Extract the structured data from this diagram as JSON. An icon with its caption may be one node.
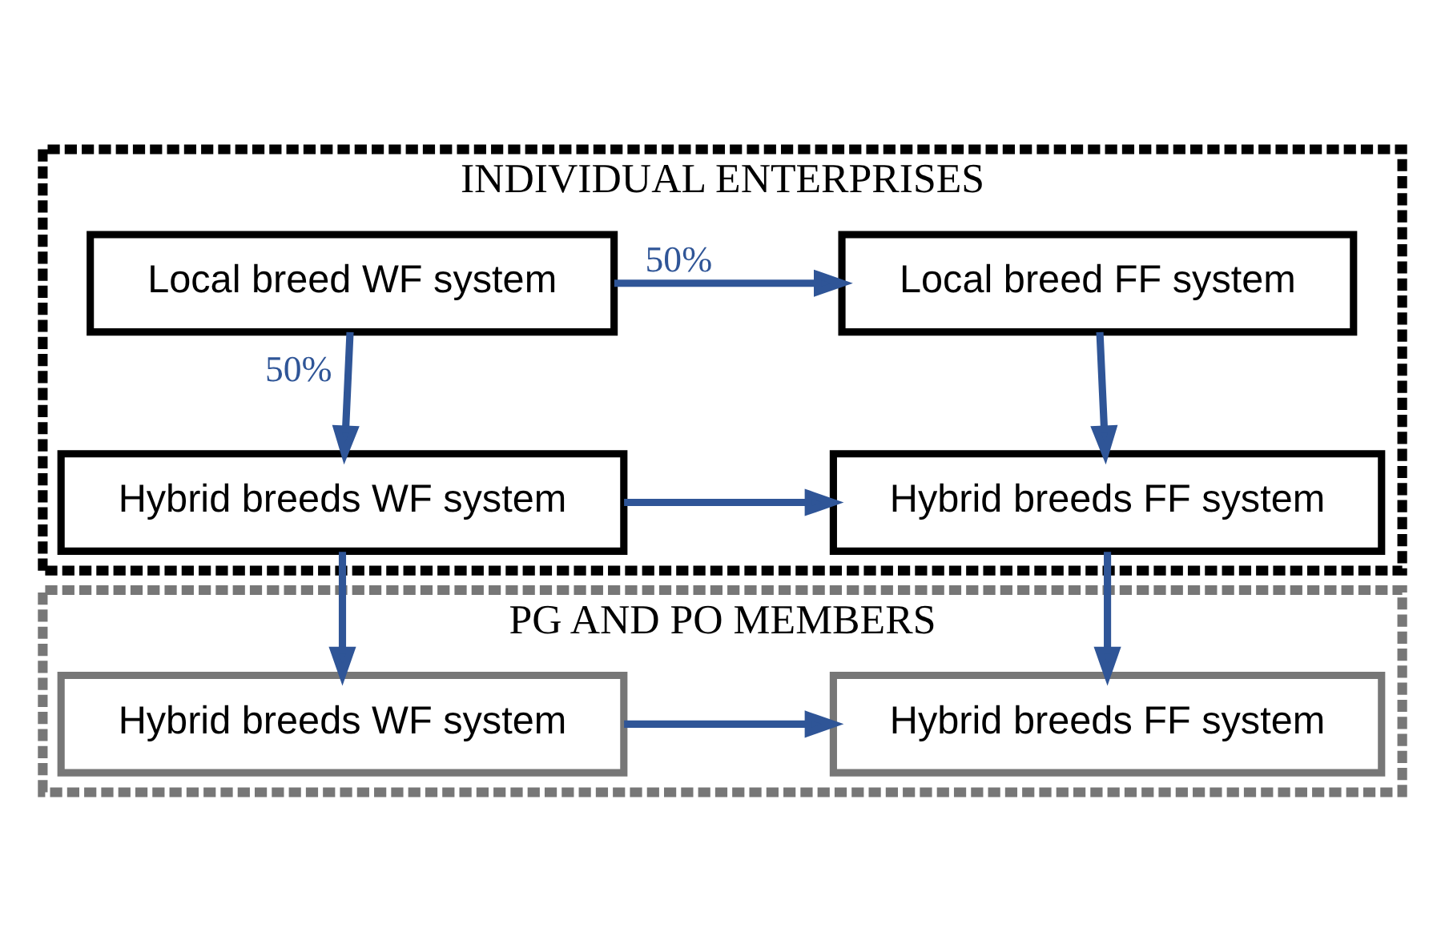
{
  "diagram": {
    "nodes": [
      {
        "text": [
          "INDIVIDUAL ENTERPRISES"
        ]
      },
      {
        "text": [
          "Local breed WF system"
        ],
        "in": 0
      },
      {
        "text": [
          "Local breed FF system"
        ],
        "in": 0
      },
      {
        "text": [
          "Hybrid breeds WF system"
        ],
        "in": 0
      },
      {
        "text": [
          "Hybrid breeds FF system"
        ],
        "in": 0
      },
      {
        "text": [
          "PG AND PO MEMBERS"
        ]
      },
      {
        "text": [
          "Hybrid breeds WF system"
        ],
        "in": 5
      },
      {
        "text": [
          "Hybrid breeds FF system"
        ],
        "in": 5
      }
    ],
    "edges": [
      {
        "from": 1,
        "to": 2,
        "arrow": "to",
        "label": "50%"
      },
      {
        "from": 1,
        "to": 3,
        "arrow": "to",
        "label": "50%"
      },
      {
        "from": 2,
        "to": 4,
        "arrow": "to"
      },
      {
        "from": 3,
        "to": 4,
        "arrow": "to"
      },
      {
        "from": 3,
        "to": 6,
        "arrow": "to"
      },
      {
        "from": 4,
        "to": 7,
        "arrow": "to"
      },
      {
        "from": 6,
        "to": 7,
        "arrow": "to"
      }
    ]
  }
}
